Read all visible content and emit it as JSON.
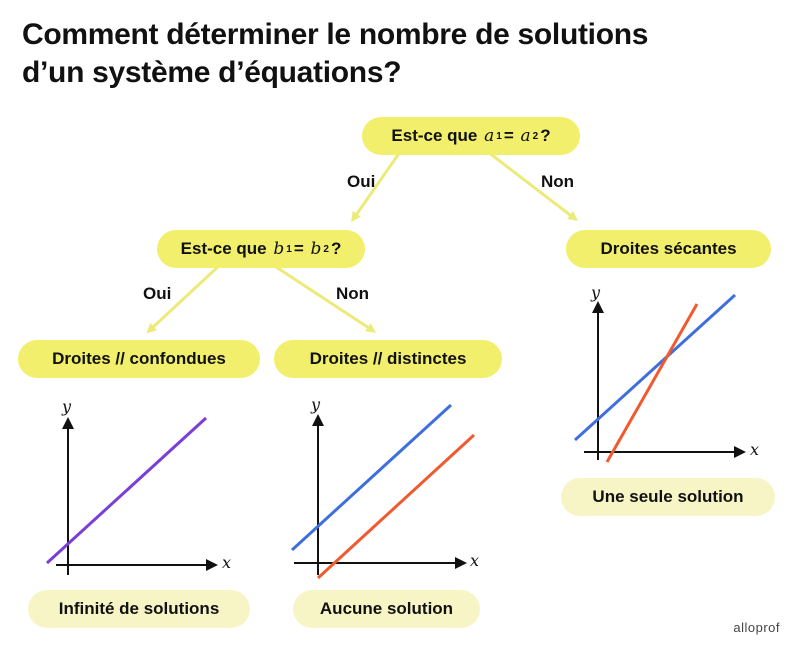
{
  "title_line1": "Comment déterminer le nombre de solutions",
  "title_line2": "d’un système d’équations?",
  "q1": {
    "prefix": "Est-ce que",
    "var": "a",
    "sub1": "1",
    "eq": "=",
    "sub2": "2",
    "qmark": "?"
  },
  "q2": {
    "prefix": "Est-ce que",
    "var": "b",
    "sub1": "1",
    "eq": "=",
    "sub2": "2",
    "qmark": "?"
  },
  "edge_labels": {
    "yes": "Oui",
    "no": "Non"
  },
  "results": {
    "confondues": "Droites  // confondues",
    "distinctes": "Droites  // distinctes",
    "secantes": "Droites sécantes"
  },
  "solutions": {
    "infinite": "Infinité de solutions",
    "none": "Aucune solution",
    "one": "Une seule solution"
  },
  "axis": {
    "x": "x",
    "y": "y"
  },
  "colors": {
    "highlight": "#f2ef6c",
    "highlight_light": "#f7f5c6",
    "arrow": "#ecea7a",
    "purple": "#7a3fd6",
    "blue": "#3f6fdc",
    "red": "#ef5a30"
  },
  "brand": "alloprof"
}
